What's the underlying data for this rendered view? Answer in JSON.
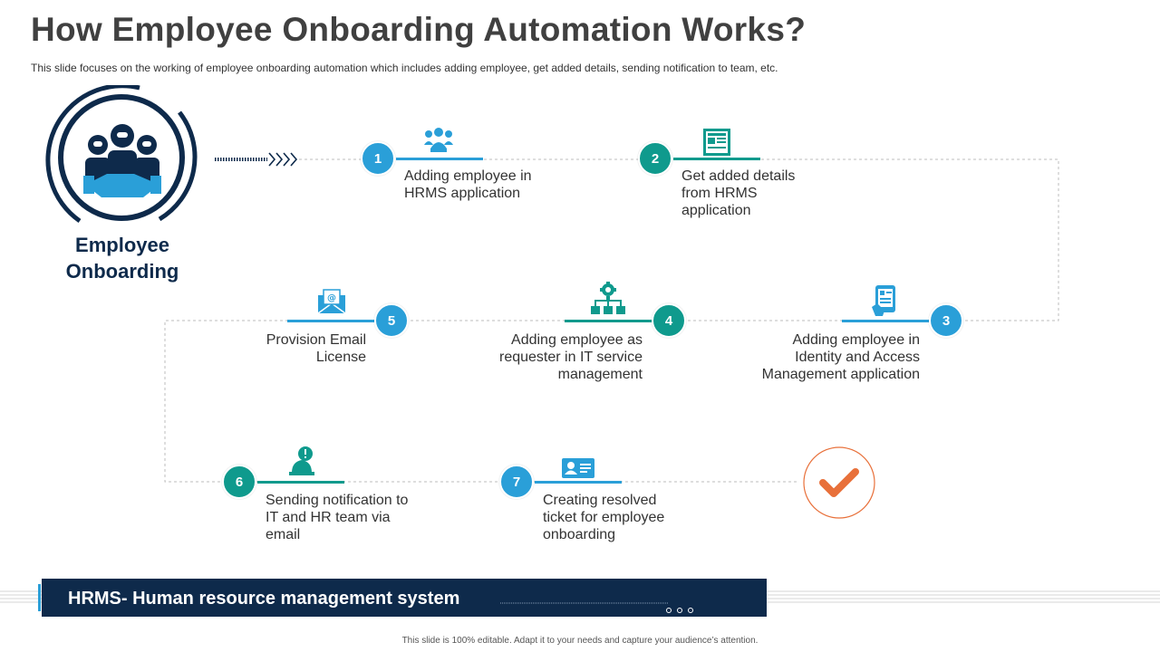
{
  "title": "How Employee Onboarding Automation Works?",
  "subtitle": "This slide focuses on the working of employee onboarding automation which includes adding employee, get added details, sending notification to team, etc.",
  "start": {
    "label_line1": "Employee",
    "label_line2": "Onboarding"
  },
  "steps": [
    {
      "number": "1",
      "lines": [
        "Adding employee in",
        "HRMS application"
      ],
      "icon": "team-icon"
    },
    {
      "number": "2",
      "lines": [
        "Get added details",
        "from HRMS",
        "application"
      ],
      "icon": "document-icon"
    },
    {
      "number": "3",
      "lines": [
        "Adding employee in",
        "Identity and Access",
        "Management application"
      ],
      "icon": "id-scan-icon"
    },
    {
      "number": "4",
      "lines": [
        "Adding employee as",
        "requester in IT service",
        "management"
      ],
      "icon": "org-gear-icon"
    },
    {
      "number": "5",
      "lines": [
        "Provision Email",
        "License"
      ],
      "icon": "email-icon"
    },
    {
      "number": "6",
      "lines": [
        "Sending notification to",
        "IT and HR team via",
        "email"
      ],
      "icon": "alert-bell-icon"
    },
    {
      "number": "7",
      "lines": [
        "Creating resolved",
        "ticket for employee",
        "onboarding"
      ],
      "icon": "id-card-icon"
    }
  ],
  "end_icon": "checkmark-icon",
  "banner": "HRMS- Human resource management system",
  "footer": "This slide is 100% editable. Adapt it to your needs and capture your audience’s attention.",
  "colors": {
    "navy": "#0e2a4b",
    "blue": "#2a9fd8",
    "teal": "#0f9a8d",
    "orange": "#e8703a",
    "title_gray": "#404040"
  }
}
